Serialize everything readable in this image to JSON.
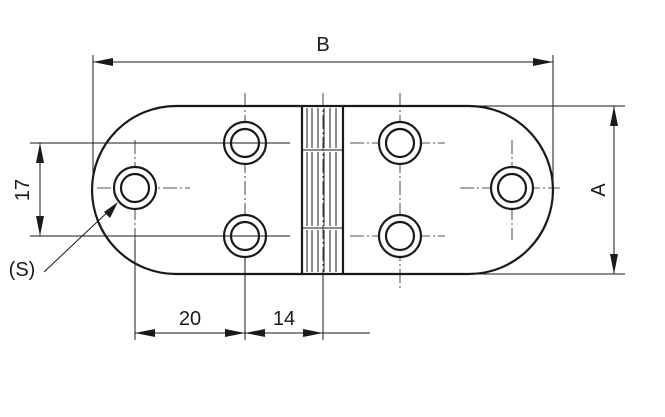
{
  "labels": {
    "overall_length": "B",
    "width": "A",
    "hole_spacing_vertical": "17",
    "hole_offset_20": "20",
    "hole_offset_14": "14",
    "screw_callout": "(S)"
  }
}
